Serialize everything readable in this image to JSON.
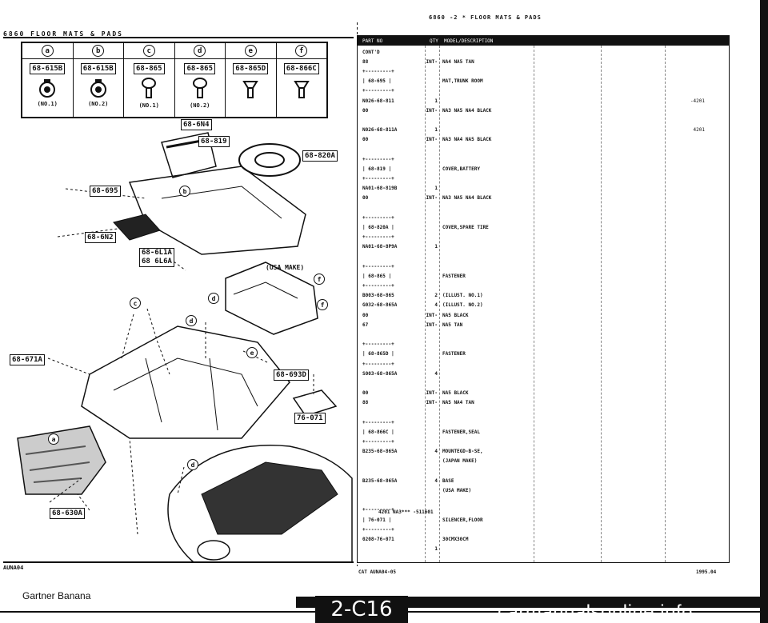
{
  "header_left": "6860  FLOOR MATS & PADS",
  "header_right": "6860 -2 *  FLOOR MATS & PADS",
  "clips": [
    {
      "letter": "a",
      "part": "68-615B",
      "note": "(NO.1)"
    },
    {
      "letter": "b",
      "part": "68-615B",
      "note": "(NO.2)"
    },
    {
      "letter": "c",
      "part": "68-865",
      "note": "(NO.1)"
    },
    {
      "letter": "d",
      "part": "68-865",
      "note": "(NO.2)"
    },
    {
      "letter": "e",
      "part": "68-865D",
      "note": ""
    },
    {
      "letter": "f",
      "part": "68-866C",
      "note": ""
    }
  ],
  "callouts": {
    "c1": "68-6N4",
    "c2": "68-819",
    "c3": "68-820A",
    "c4": "68-695",
    "c5": "68-6N2",
    "c6a": "68-6L1A",
    "c6b": "68 6L6A",
    "c7": "68-671A",
    "c8": "68-693D",
    "c9": "76-071",
    "c10": "68-630A"
  },
  "usa_make": "(USA MAKE)",
  "letter_tags": {
    "t1": "b",
    "t2": "f",
    "t3": "c",
    "t4": "d",
    "t5": "d",
    "t6": "f",
    "t7": "e",
    "t8": "a",
    "t9": "d"
  },
  "footer_left": "AUNA04",
  "table": {
    "headers": [
      "PART NO",
      "QTY",
      "MODEL/DESCRIPTION",
      "",
      "",
      ""
    ],
    "rows": [
      {
        "part": "CONT'D",
        "qty": "",
        "desc": "",
        "ref": ""
      },
      {
        "part": "88",
        "qty": "INT-",
        "desc": "NA4 NA5 TAN",
        "ref": ""
      },
      {
        "part": "+---------+",
        "qty": "",
        "desc": "",
        "ref": ""
      },
      {
        "part": "| 68-695  |",
        "qty": "",
        "desc": "MAT,TRUNK ROOM",
        "ref": ""
      },
      {
        "part": "+---------+",
        "qty": "",
        "desc": "",
        "ref": ""
      },
      {
        "part": "N026-68-811",
        "qty": "1",
        "desc": "",
        "ref": "-4201"
      },
      {
        "part": "00",
        "qty": "INT-",
        "desc": "NA3 NA5 NA4 BLACK",
        "ref": ""
      },
      {
        "part": "",
        "qty": "",
        "desc": "",
        "ref": ""
      },
      {
        "part": "N026-68-811A",
        "qty": "1",
        "desc": "",
        "ref": "4201"
      },
      {
        "part": "00",
        "qty": "INT-",
        "desc": "NA3 NA4 NA5 BLACK",
        "ref": ""
      },
      {
        "part": "",
        "qty": "",
        "desc": "",
        "ref": ""
      },
      {
        "part": "+---------+",
        "qty": "",
        "desc": "",
        "ref": ""
      },
      {
        "part": "| 68-819  |",
        "qty": "",
        "desc": "COVER,BATTERY",
        "ref": ""
      },
      {
        "part": "+---------+",
        "qty": "",
        "desc": "",
        "ref": ""
      },
      {
        "part": "NA01-68-819B",
        "qty": "1",
        "desc": "",
        "ref": ""
      },
      {
        "part": "00",
        "qty": "INT-",
        "desc": "NA3 NA5 NA4 BLACK",
        "ref": ""
      },
      {
        "part": "",
        "qty": "",
        "desc": "",
        "ref": ""
      },
      {
        "part": "+---------+",
        "qty": "",
        "desc": "",
        "ref": ""
      },
      {
        "part": "| 68-820A |",
        "qty": "",
        "desc": "COVER,SPARE TIRE",
        "ref": ""
      },
      {
        "part": "+---------+",
        "qty": "",
        "desc": "",
        "ref": ""
      },
      {
        "part": "NA01-68-8P9A",
        "qty": "1",
        "desc": "",
        "ref": ""
      },
      {
        "part": "",
        "qty": "",
        "desc": "",
        "ref": ""
      },
      {
        "part": "+---------+",
        "qty": "",
        "desc": "",
        "ref": ""
      },
      {
        "part": "| 68-865  |",
        "qty": "",
        "desc": "FASTENER",
        "ref": ""
      },
      {
        "part": "+---------+",
        "qty": "",
        "desc": "",
        "ref": ""
      },
      {
        "part": "B003-68-865",
        "qty": "2",
        "desc": "(ILLUST. NO.1)",
        "ref": ""
      },
      {
        "part": "G032-68-865A",
        "qty": "4",
        "desc": "(ILLUST. NO.2)",
        "ref": ""
      },
      {
        "part": "00",
        "qty": "INT-",
        "desc": "NA5 BLACK",
        "ref": ""
      },
      {
        "part": "67",
        "qty": "INT-",
        "desc": "NA5 TAN",
        "ref": ""
      },
      {
        "part": "",
        "qty": "",
        "desc": "",
        "ref": ""
      },
      {
        "part": "+---------+",
        "qty": "",
        "desc": "",
        "ref": ""
      },
      {
        "part": "| 68-865D |",
        "qty": "",
        "desc": "FASTENER",
        "ref": ""
      },
      {
        "part": "+---------+",
        "qty": "",
        "desc": "",
        "ref": ""
      },
      {
        "part": "S003-68-865A",
        "qty": "4",
        "desc": "",
        "ref": ""
      },
      {
        "part": "",
        "qty": "",
        "desc": "",
        "ref": ""
      },
      {
        "part": "00",
        "qty": "INT-",
        "desc": "NA5 BLACK",
        "ref": ""
      },
      {
        "part": "88",
        "qty": "INT-",
        "desc": "NA5 NA4 TAN",
        "ref": ""
      },
      {
        "part": "",
        "qty": "",
        "desc": "",
        "ref": ""
      },
      {
        "part": "+---------+",
        "qty": "",
        "desc": "",
        "ref": ""
      },
      {
        "part": "| 68-866C |",
        "qty": "",
        "desc": "FASTENER,SEAL",
        "ref": ""
      },
      {
        "part": "+---------+",
        "qty": "",
        "desc": "",
        "ref": ""
      },
      {
        "part": "B235-68-865A",
        "qty": "4",
        "desc": "MOUNTEGD-B-SE,",
        "ref": ""
      },
      {
        "part": "",
        "qty": "",
        "desc": "(JAPAN MAKE)",
        "ref": ""
      },
      {
        "part": "",
        "qty": "",
        "desc": "",
        "ref": ""
      },
      {
        "part": "B235-68-865A",
        "qty": "4",
        "desc": "BASE",
        "ref": ""
      },
      {
        "part": "",
        "qty": "",
        "desc": "(USA MAKE)",
        "ref": ""
      },
      {
        "part": "",
        "qty": "",
        "desc": "",
        "ref": ""
      },
      {
        "part": "+---------+",
        "qty": "",
        "desc": "",
        "ref": ""
      },
      {
        "part": "| 76-071  |",
        "qty": "",
        "desc": "SILENCER,FLOOR",
        "ref": ""
      },
      {
        "part": "+---------+",
        "qty": "",
        "desc": "",
        "ref": ""
      },
      {
        "part": "0208-76-071",
        "qty": "",
        "desc": "30CMX30CM",
        "ref": ""
      },
      {
        "part": "",
        "qty": "1",
        "desc": "",
        "ref": ""
      }
    ],
    "summary": "4201 NA3*** -511601"
  },
  "footer_right": "CAT  AUNA04-05",
  "footer_right_r": "1995.04",
  "credit": "Gartner Banana",
  "page_number": "2-C16",
  "watermark": "carmanualsonline.info"
}
